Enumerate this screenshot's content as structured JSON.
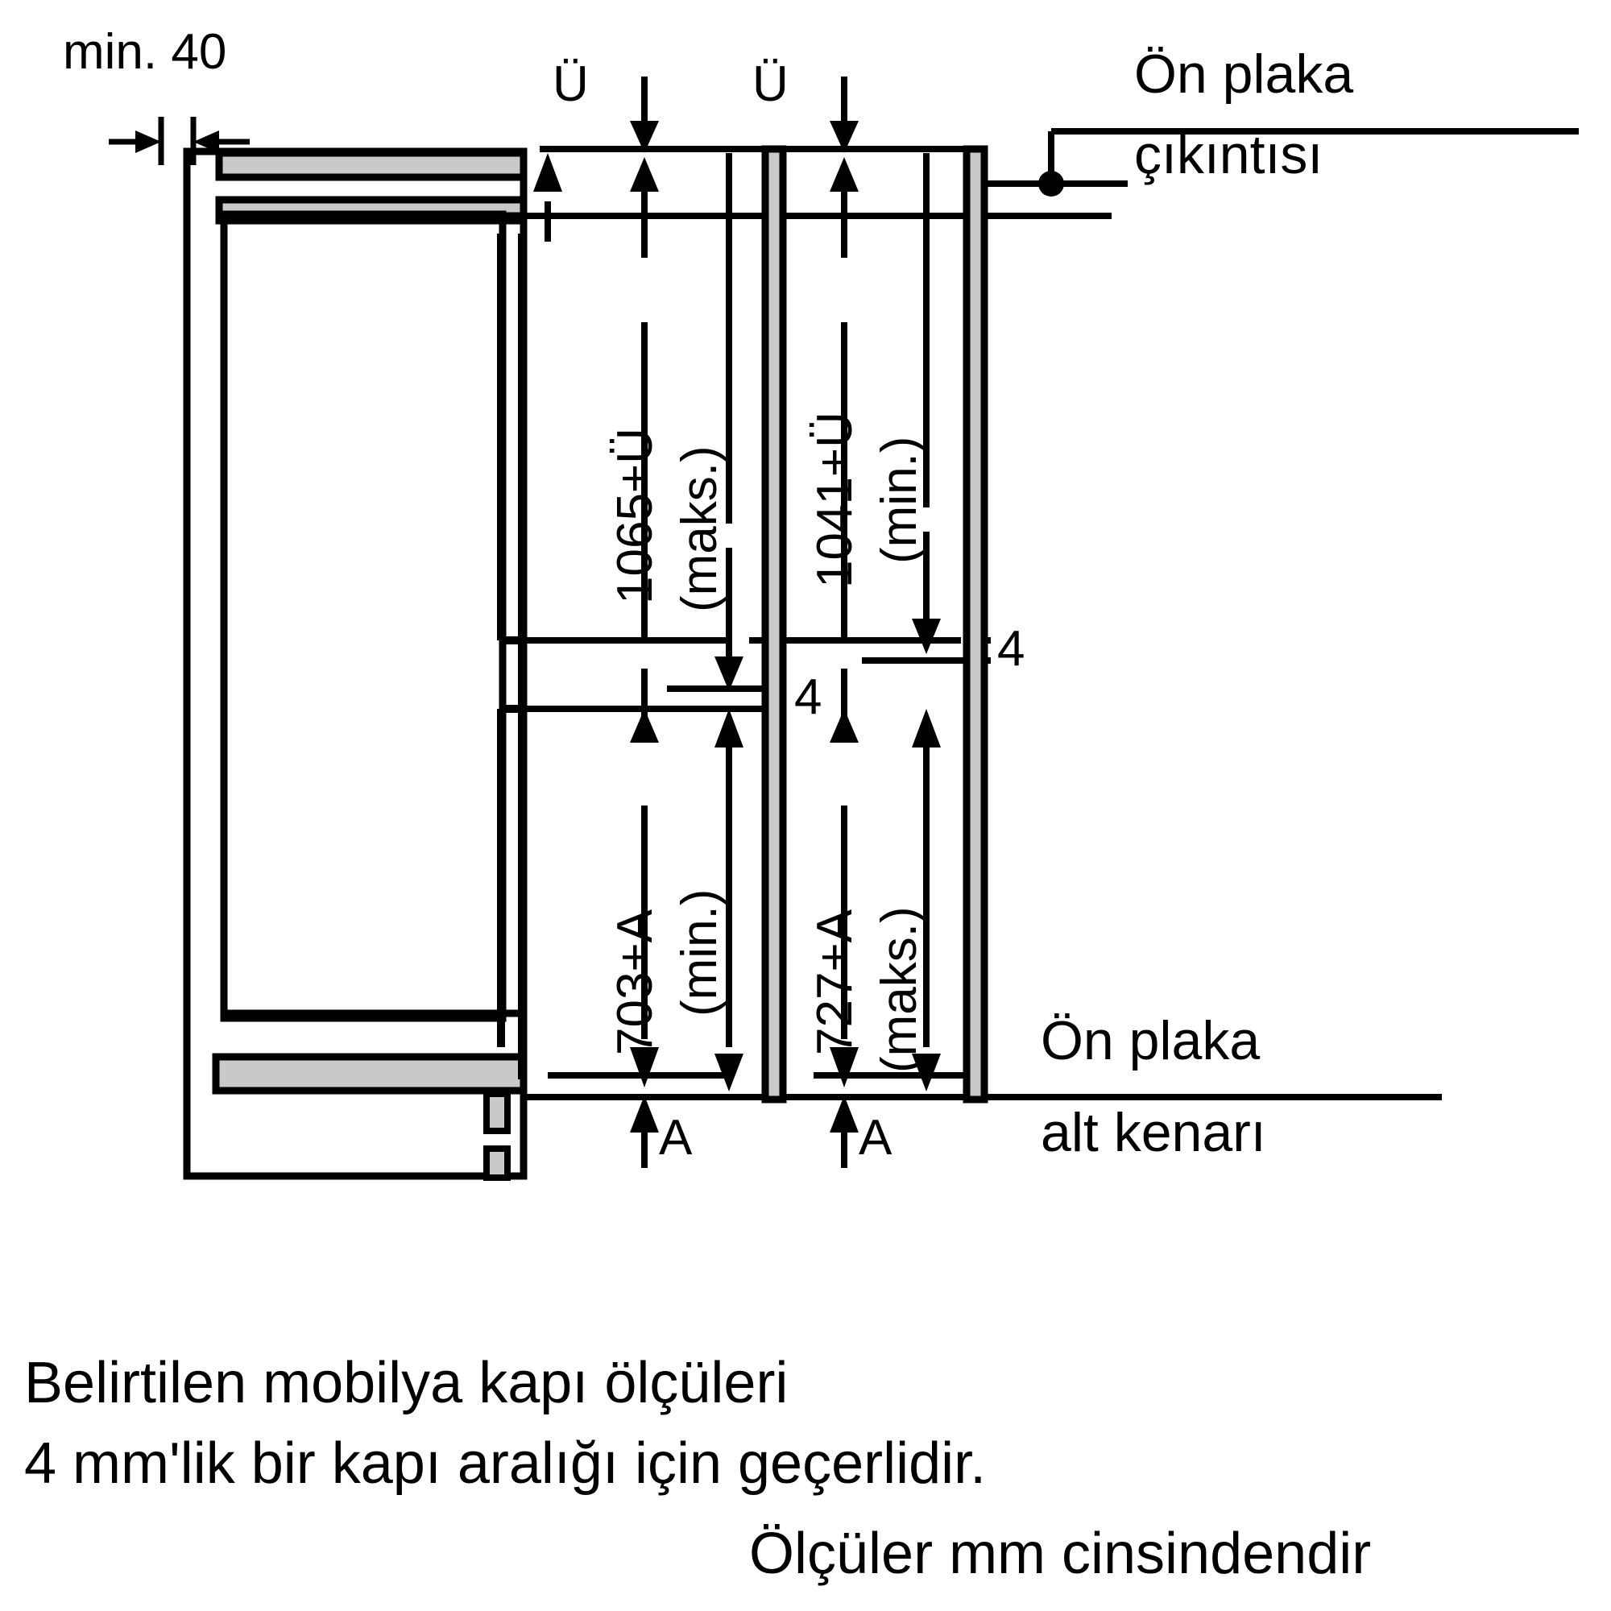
{
  "diagram": {
    "title": "Built-in refrigerator furniture door dimension drawing",
    "units_note": "Ölçüler mm cinsindendir",
    "colors": {
      "line": "#000000",
      "fill_gray": "#c9c9c9",
      "background": "#ffffff"
    },
    "labels": {
      "min40": "min. 40",
      "u_top_left": "Ü",
      "u_top_right": "Ü",
      "a_bottom_left": "A",
      "a_bottom_right": "A",
      "gap_left": "4",
      "gap_right": "4",
      "dim_1065": "1065+Ü",
      "dim_1065_qual": "(maks.)",
      "dim_1041": "1041+Ü",
      "dim_1041_qual": "(min.)",
      "dim_703": "703+A",
      "dim_703_qual": "(min.)",
      "dim_727": "727+A",
      "dim_727_qual": "(maks.)",
      "front_plate_proj_line1": "Ön plaka",
      "front_plate_proj_line2": "çıkıntısı",
      "front_plate_bottom_line1": "Ön plaka",
      "front_plate_bottom_line2": "alt kenarı"
    },
    "caption": {
      "line1": "Belirtilen mobilya kapı ölçüleri",
      "line2": "4 mm'lik bir kapı aralığı için geçerlidir.",
      "line3": "Ölçüler mm cinsindendir"
    },
    "dimensions_mm": [
      {
        "name": "min. 40",
        "value": 40,
        "qualifier": "min."
      },
      {
        "name": "1065+Ü",
        "value": 1065,
        "offset": "Ü",
        "qualifier": "maks."
      },
      {
        "name": "1041+Ü",
        "value": 1041,
        "offset": "Ü",
        "qualifier": "min."
      },
      {
        "name": "703+A",
        "value": 703,
        "offset": "A",
        "qualifier": "min."
      },
      {
        "name": "727+A",
        "value": 727,
        "offset": "A",
        "qualifier": "maks."
      },
      {
        "name": "door gap left",
        "value": 4
      },
      {
        "name": "door gap right",
        "value": 4
      }
    ]
  }
}
